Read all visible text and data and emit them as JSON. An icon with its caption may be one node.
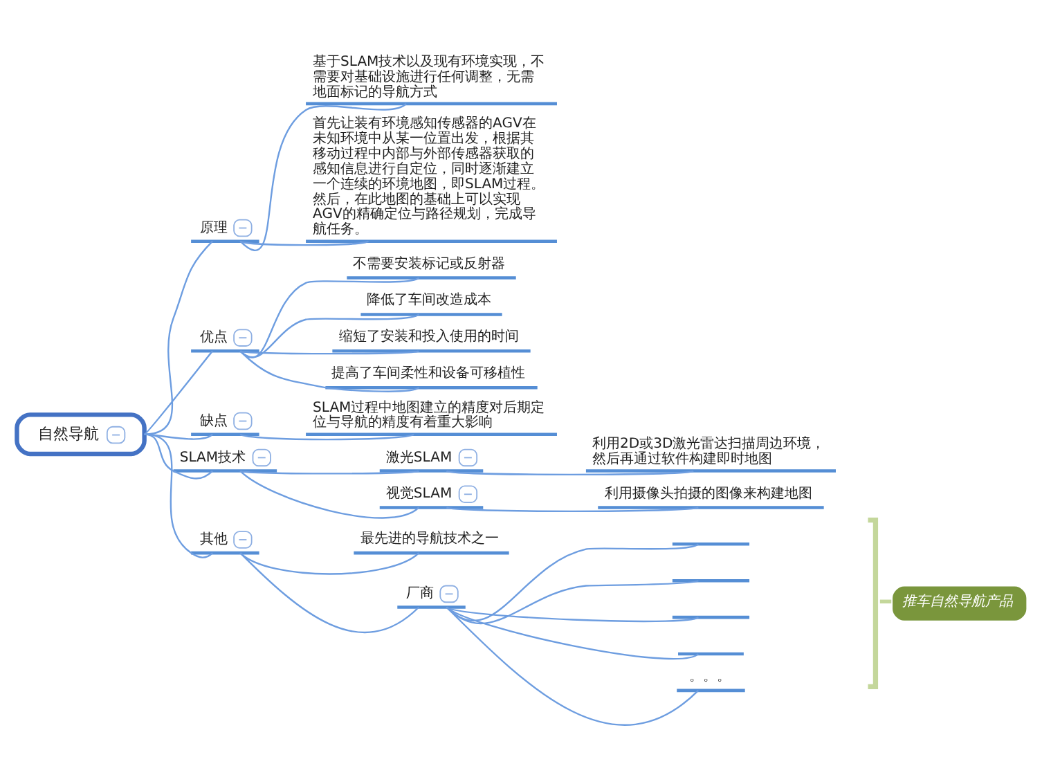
{
  "diagram": {
    "nodes": [
      {
        "text": [
          "自然导航"
        ]
      },
      {
        "text": [
          "原理"
        ]
      },
      {
        "text": [
          "基于SLAM技术以及现有环境实现，不需要对基础设施进行任何调整，无需地面标记的导航方式"
        ]
      },
      {
        "text": [
          "首先让装有环境感知传感器的AGV在未知环境中从某一位置出发，根据其移动过程中内部与外部传感器获取的感知信息进行自定位，同时逐渐建立一个连续的环境地图，即SLAM过程。然后，在此地图的基础上可以实现AGV的精确定位与路径规划，完成导航任务。"
        ]
      },
      {
        "text": [
          "优点"
        ]
      },
      {
        "text": [
          "不需要安装标记或反射器"
        ]
      },
      {
        "text": [
          "降低了车间改造成本"
        ]
      },
      {
        "text": [
          "缩短了安装和投入使用的时间"
        ]
      },
      {
        "text": [
          "提高了车间柔性和设备可移植性"
        ]
      },
      {
        "text": [
          "缺点"
        ]
      },
      {
        "text": [
          "SLAM过程中地图建立的精度对后期定位与导航的精度有着重大影响"
        ]
      },
      {
        "text": [
          "SLAM技术"
        ]
      },
      {
        "text": [
          "激光SLAM"
        ]
      },
      {
        "text": [
          "利用2D或3D激光雷达扫描周边环境，然后再通过软件构建即时地图"
        ]
      },
      {
        "text": [
          "视觉SLAM"
        ]
      },
      {
        "text": [
          "利用摄像头拍摄的图像来构建地图"
        ]
      },
      {
        "text": [
          "其他"
        ]
      },
      {
        "text": [
          "最先进的导航技术之一"
        ]
      },
      {
        "text": [
          "厂商"
        ]
      },
      {
        "text": [],
        "shape": "bar"
      },
      {
        "text": [],
        "shape": "bar"
      },
      {
        "text": [],
        "shape": "bar"
      },
      {
        "text": [],
        "shape": "bar"
      },
      {
        "text": [
          "。。。"
        ]
      },
      {
        "text": [
          "推车自然导航产品"
        ]
      }
    ],
    "edges": [
      {
        "from": 0,
        "to": 1,
        "arrow": "none"
      },
      {
        "from": 1,
        "to": 2,
        "arrow": "none"
      },
      {
        "from": 1,
        "to": 3,
        "arrow": "none"
      },
      {
        "from": 0,
        "to": 4,
        "arrow": "none"
      },
      {
        "from": 4,
        "to": 5,
        "arrow": "none"
      },
      {
        "from": 4,
        "to": 6,
        "arrow": "none"
      },
      {
        "from": 4,
        "to": 7,
        "arrow": "none"
      },
      {
        "from": 4,
        "to": 8,
        "arrow": "none"
      },
      {
        "from": 0,
        "to": 9,
        "arrow": "none"
      },
      {
        "from": 9,
        "to": 10,
        "arrow": "none"
      },
      {
        "from": 0,
        "to": 11,
        "arrow": "none"
      },
      {
        "from": 11,
        "to": 12,
        "arrow": "none"
      },
      {
        "from": 12,
        "to": 13,
        "arrow": "none"
      },
      {
        "from": 11,
        "to": 14,
        "arrow": "none"
      },
      {
        "from": 14,
        "to": 15,
        "arrow": "none"
      },
      {
        "from": 0,
        "to": 16,
        "arrow": "none"
      },
      {
        "from": 16,
        "to": 17,
        "arrow": "none"
      },
      {
        "from": 16,
        "to": 18,
        "arrow": "none"
      },
      {
        "from": 18,
        "to": 19,
        "arrow": "none"
      },
      {
        "from": 18,
        "to": 20,
        "arrow": "none"
      },
      {
        "from": 18,
        "to": 21,
        "arrow": "none"
      },
      {
        "from": 18,
        "to": 22,
        "arrow": "none"
      },
      {
        "from": 18,
        "to": 23,
        "arrow": "none"
      }
    ]
  }
}
